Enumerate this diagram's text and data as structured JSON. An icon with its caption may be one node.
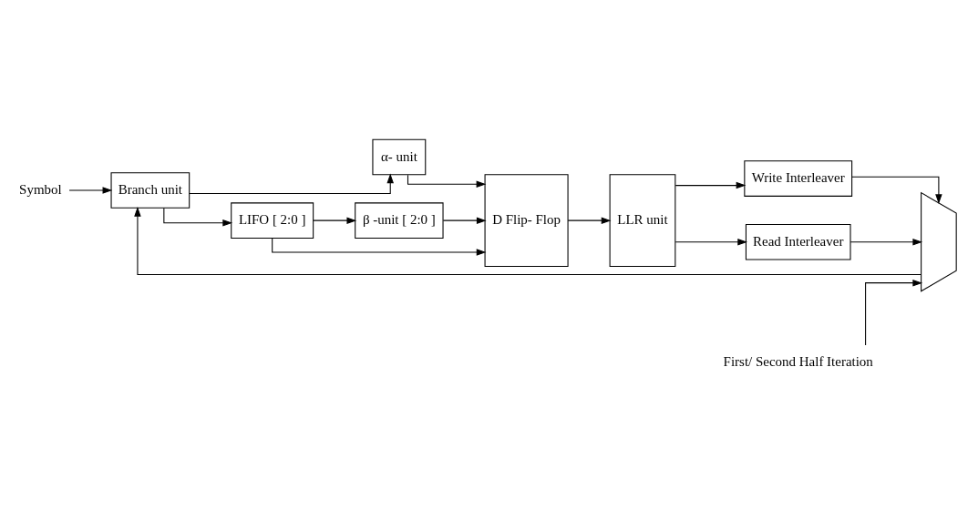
{
  "diagram": {
    "nodes": [
      {
        "text": [
          "Symbol"
        ]
      },
      {
        "text": [
          "Branch unit"
        ]
      },
      {
        "text": [
          "α- unit"
        ]
      },
      {
        "text": [
          "LIFO [ 2:0 ]"
        ]
      },
      {
        "text": [
          "β -unit [ 2:0 ]"
        ]
      },
      {
        "text": [
          "D Flip- Flop"
        ]
      },
      {
        "text": [
          "LLR unit"
        ]
      },
      {
        "text": [
          "Write Interleaver"
        ]
      },
      {
        "text": [
          "Read Interleaver"
        ]
      },
      {
        "text": [],
        "shape": "trapezoid"
      },
      {
        "text": [
          "First/ Second Half Iteration"
        ]
      }
    ],
    "edges": [
      {
        "from": 0,
        "to": 1,
        "arrow": "to"
      },
      {
        "from": 1,
        "to": 2,
        "arrow": "to"
      },
      {
        "from": 1,
        "to": 3,
        "arrow": "to"
      },
      {
        "from": 3,
        "to": 4,
        "arrow": "to"
      },
      {
        "from": 3,
        "to": 5,
        "arrow": "to"
      },
      {
        "from": 2,
        "to": 5,
        "arrow": "to"
      },
      {
        "from": 4,
        "to": 5,
        "arrow": "to"
      },
      {
        "from": 5,
        "to": 6,
        "arrow": "to"
      },
      {
        "from": 6,
        "to": 7,
        "arrow": "to"
      },
      {
        "from": 6,
        "to": 8,
        "arrow": "to"
      },
      {
        "from": 7,
        "to": 9,
        "arrow": "to"
      },
      {
        "from": 8,
        "to": 9,
        "arrow": "to"
      },
      {
        "from": 10,
        "to": 9,
        "arrow": "to"
      },
      {
        "from": 9,
        "to": 1,
        "arrow": "to"
      }
    ]
  }
}
